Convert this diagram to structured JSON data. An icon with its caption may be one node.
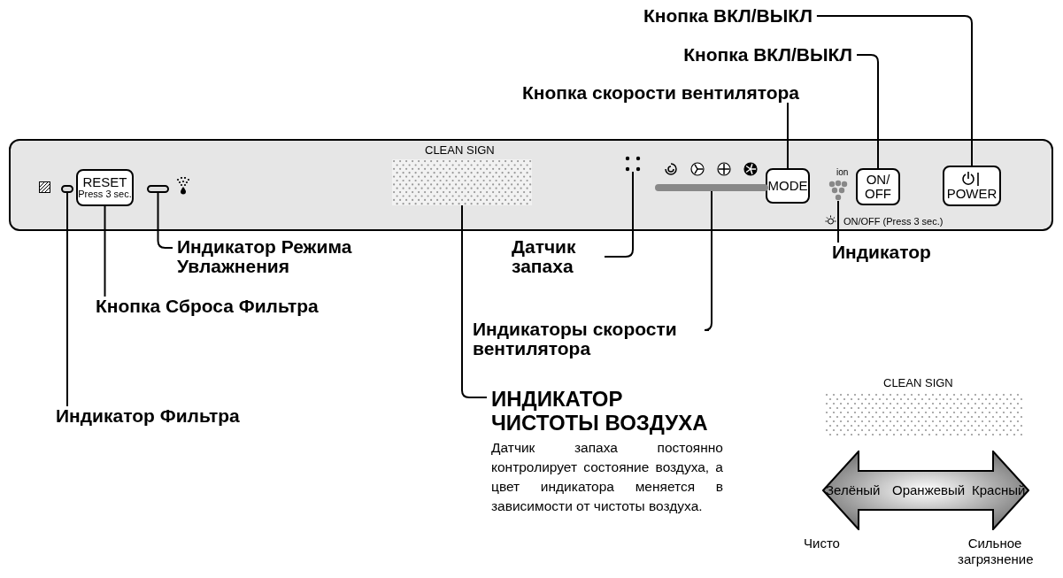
{
  "diagram": {
    "nodes": [
      {
        "text": [
          "Кнопка ВКЛ/ВЫКЛ"
        ]
      },
      {
        "text": [
          "Кнопка ВКЛ/ВЫКЛ"
        ]
      },
      {
        "text": [
          "Кнопка скорости вентилятора"
        ]
      },
      {
        "text": [
          "Индикатор Режима Увлажнения"
        ]
      },
      {
        "text": [
          "Кнопка Сброса Фильтра"
        ]
      },
      {
        "text": [
          "Датчик запаха"
        ]
      },
      {
        "text": [
          "Индикаторы скорости вентилятора"
        ]
      },
      {
        "text": [
          "Индикатор"
        ]
      },
      {
        "text": [
          "Индикатор Фильтра"
        ]
      },
      {
        "text": [
          "ИНДИКАТОР ЧИСТОТЫ ВОЗДУХА",
          "Датчик запаха постоянно контролирует состояние воздуха, а цвет индикатора меняется в зависимости от чистоты воздуха."
        ]
      },
      {
        "text": [
          "POWER"
        ]
      },
      {
        "text": [
          "ON/ OFF"
        ]
      },
      {
        "text": [
          "MODE"
        ]
      },
      {
        "text": [
          "RESET",
          "Press 3 sec."
        ]
      },
      {
        "text": [],
        "shape": "bar"
      },
      {
        "text": [],
        "shape": "bar"
      },
      {
        "text": [],
        "shape": "box"
      },
      {
        "text": [],
        "shape": "circle"
      },
      {
        "text": [],
        "shape": "bar"
      },
      {
        "text": [],
        "shape": "circle"
      }
    ],
    "edges": [
      {
        "from": 0,
        "to": 10,
        "arrow": "none"
      },
      {
        "from": 1,
        "to": 11,
        "arrow": "none"
      },
      {
        "from": 2,
        "to": 12,
        "arrow": "none"
      },
      {
        "from": 3,
        "to": 15,
        "arrow": "none"
      },
      {
        "from": 4,
        "to": 13,
        "arrow": "none"
      },
      {
        "from": 5,
        "to": 17,
        "arrow": "none"
      },
      {
        "from": 6,
        "to": 18,
        "arrow": "none"
      },
      {
        "from": 7,
        "to": 19,
        "arrow": "none"
      },
      {
        "from": 8,
        "to": 14,
        "arrow": "none"
      },
      {
        "from": 9,
        "to": 16,
        "arrow": "none"
      }
    ],
    "labels": [
      "CLEAN SIGN",
      "ion",
      "ON/OFF (Press 3 sec.)",
      "CLEAN SIGN",
      "Зелёный",
      "Оранжевый",
      "Красный",
      "Чисто",
      "Сильное загрязнение"
    ]
  }
}
